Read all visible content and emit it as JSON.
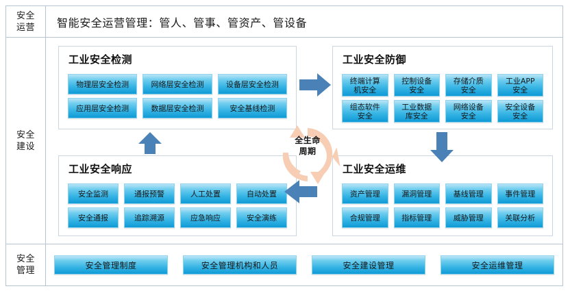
{
  "colors": {
    "tile_top": "#b9e4f6",
    "tile_bottom": "#0f9ad6",
    "arrow_blue": "#4a82b8",
    "lifecycle_peach": "#f7cdb4",
    "frame_border": "#b7c4d4",
    "panel_border": "#ccd6e0"
  },
  "rail": {
    "items": [
      {
        "id": "security-operations",
        "line1": "安全",
        "line2": "运营"
      },
      {
        "id": "security-construction",
        "line1": "安全",
        "line2": "建设"
      },
      {
        "id": "security-management",
        "line1": "安全",
        "line2": "管理"
      }
    ]
  },
  "header": {
    "title": "智能安全运营管理：管人、管事、管资产、管设备"
  },
  "panels": [
    {
      "id": "industrial-security-detection",
      "title": "工业安全检测",
      "tiles": [
        "物理层安全检测",
        "网络层安全检测",
        "设备层安全检测",
        "应用层安全检测",
        "数据层安全检测",
        "安全基线检测"
      ]
    },
    {
      "id": "industrial-security-defense",
      "title": "工业安全防御",
      "tiles": [
        "终端计算\n机安全",
        "控制设备\n安全",
        "存储介质\n安全",
        "工业APP\n安全",
        "组态软件\n安全",
        "工业数据\n库安全",
        "网络设备\n安全",
        "安全设备\n安全"
      ]
    },
    {
      "id": "industrial-security-response",
      "title": "工业安全响应",
      "tiles": [
        "安全监测",
        "通报预警",
        "人工处置",
        "自动处置",
        "安全通报",
        "追踪溯源",
        "应急响应",
        "安全演练"
      ]
    },
    {
      "id": "industrial-security-operations-maintenance",
      "title": "工业安全运维",
      "tiles": [
        "资产管理",
        "漏洞管理",
        "基线管理",
        "事件管理",
        "合规管理",
        "指标管理",
        "威胁管理",
        "关联分析"
      ]
    }
  ],
  "lifecycle": {
    "line1": "全生命",
    "line2": "周期"
  },
  "arrows": [
    {
      "id": "arrow-detect-to-defend",
      "direction": "right"
    },
    {
      "id": "arrow-defend-to-ops",
      "direction": "down"
    },
    {
      "id": "arrow-ops-to-respond",
      "direction": "left"
    },
    {
      "id": "arrow-respond-to-detect",
      "direction": "up"
    }
  ],
  "management": {
    "bars": [
      "安全管理制度",
      "安全管理机构和人员",
      "安全建设管理",
      "安全运维管理"
    ]
  }
}
